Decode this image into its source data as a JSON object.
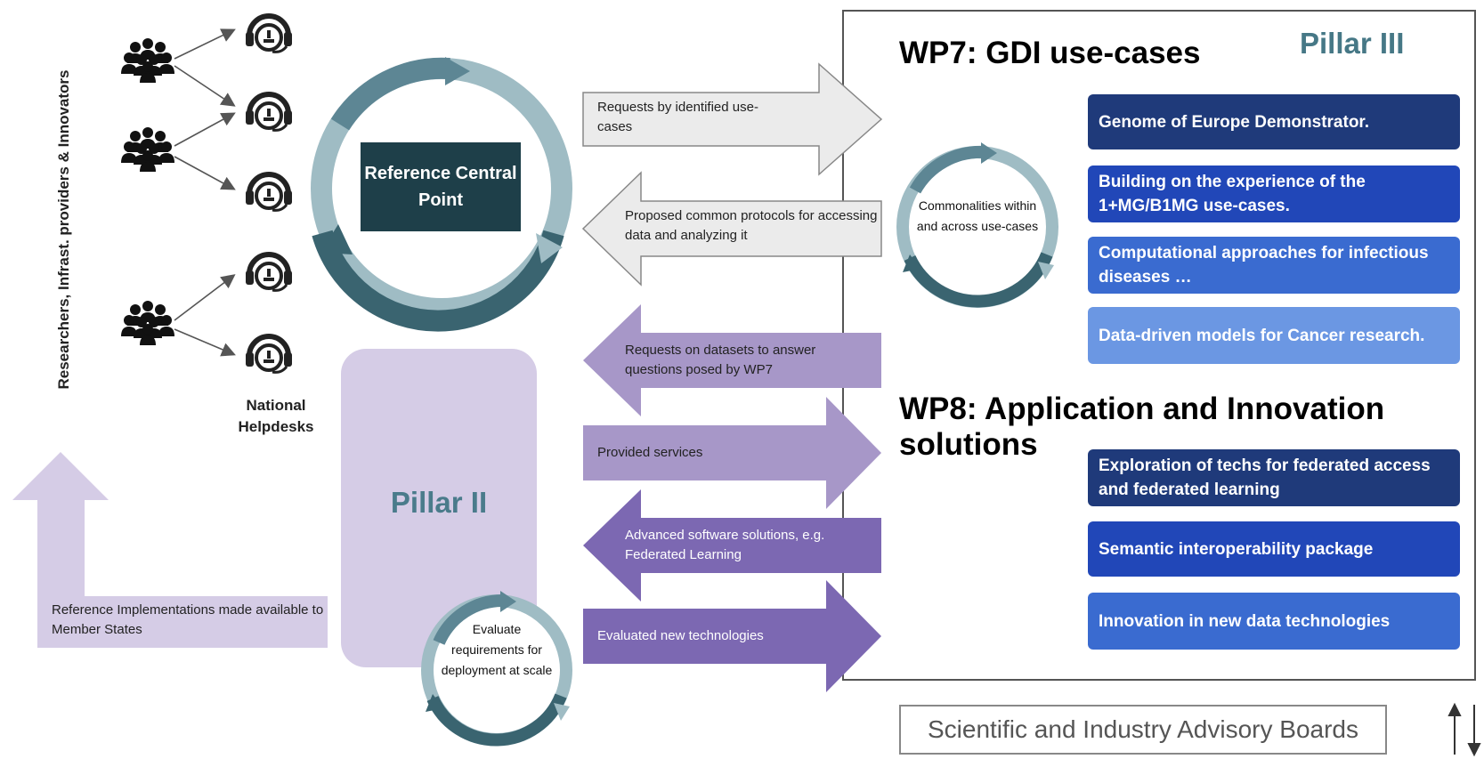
{
  "side_label": "Researchers, Infrast. providers & Innovators",
  "helpdesk_label": "National Helpdesks",
  "central_point_label": "Reference Central Point",
  "pillar2_label": "Pillar II",
  "pillar3_label": "Pillar III",
  "reference_impl_label": "Reference Implementations made available to Member States",
  "arrows": [
    {
      "label": "Requests by identified use-cases"
    },
    {
      "label": "Proposed common protocols for accessing data and analyzing it"
    },
    {
      "label": "Requests on datasets to answer questions posed by WP7"
    },
    {
      "label": "Provided services"
    },
    {
      "label": "Advanced software solutions, e.g. Federated Learning"
    },
    {
      "label": "Evaluated new technologies"
    }
  ],
  "wp7": {
    "title": "WP7: GDI use-cases",
    "cycle_label": "Commonalities within and across use-cases",
    "items": [
      {
        "label": "Genome of Europe Demonstrator.",
        "color": "#1f3a7a"
      },
      {
        "label": "Building on the experience of the 1+MG/B1MG use-cases.",
        "color": "#2147b8"
      },
      {
        "label": "Computational approaches for infectious diseases …",
        "color": "#3a6bd0"
      },
      {
        "label": "Data-driven models for Cancer research.",
        "color": "#6b97e3"
      }
    ]
  },
  "wp8": {
    "title": "WP8: Application and Innovation solutions",
    "items": [
      {
        "label": "Exploration of techs for federated access and federated learning",
        "color": "#1f3a7a"
      },
      {
        "label": "Semantic interoperability package",
        "color": "#2147b8"
      },
      {
        "label": "Innovation in new data technologies",
        "color": "#3a6bd0"
      }
    ]
  },
  "pillar2_cycle_label": "Evaluate requirements for deployment at scale",
  "advisory_label": "Scientific and Industry Advisory Boards",
  "colors": {
    "dark_teal": "#1e3f49",
    "ring_dark": "#3a6470",
    "ring_light": "#9fbcc4",
    "lavender": "#d5cce6",
    "purple_light": "#a797c8",
    "purple_dark": "#7c68b2",
    "grey_arrow": "#ebebeb"
  }
}
